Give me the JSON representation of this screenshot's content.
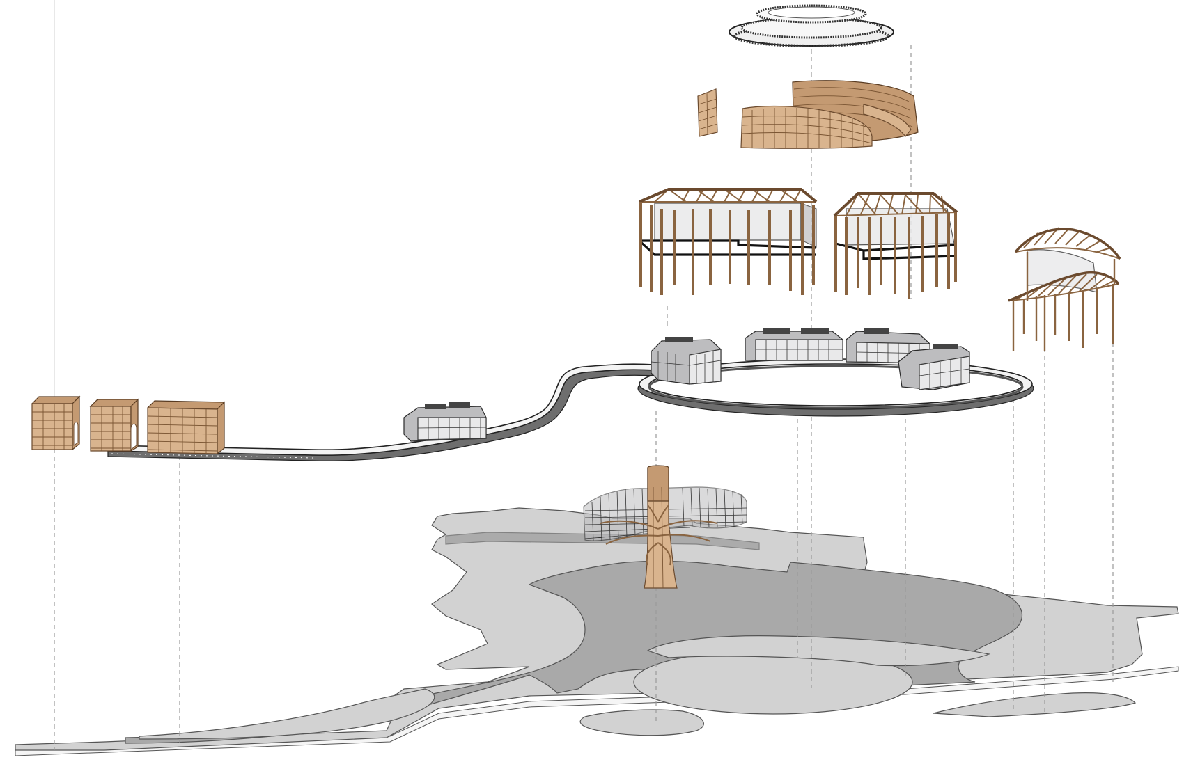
{
  "diagram": {
    "description_text": "",
    "colors": {
      "wood": "#d9b48e",
      "glass": "#e9e9ea",
      "ground": "#d2d2d2",
      "path": "#a9a9a9",
      "structure": "#111111"
    },
    "layers": [
      "roof-canopy-rings",
      "curved-timber-seating",
      "timber-frame-pavilions",
      "corner-timber-pavilion",
      "elevated-loop-walkway-with-modules",
      "tree-lattice-canopy",
      "entrance-timber-blocks",
      "ground-plaza-plan"
    ]
  }
}
